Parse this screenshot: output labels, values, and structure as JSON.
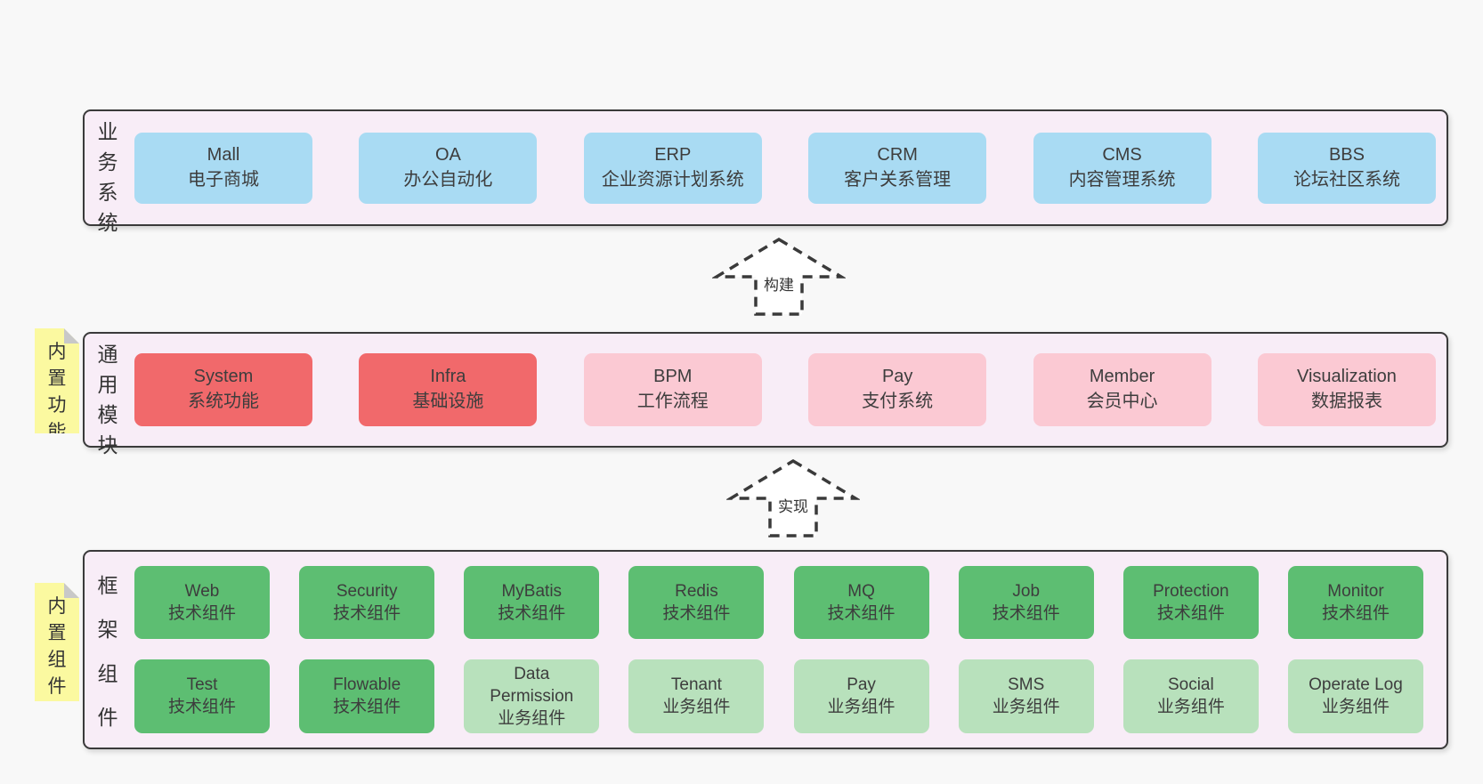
{
  "colors": {
    "page_bg": "#f8f8f8",
    "container_bg": "#f8edf7",
    "line": "#3a3a3a",
    "text": "#3d3d3d",
    "note_bg": "#fbf9a0",
    "note_fold": "#c8c8c8",
    "blue": "#a9dbf3",
    "red": "#f1696b",
    "pink": "#fbc9d3",
    "green": "#5dbe72",
    "light_green": "#b8e1bc"
  },
  "layers": [
    {
      "label": "业务系统",
      "boxes_rows": [
        [
          {
            "en": "Mall",
            "zh": "电子商城",
            "type": "blue"
          },
          {
            "en": "OA",
            "zh": "办公自动化",
            "type": "blue"
          },
          {
            "en": "ERP",
            "zh": "企业资源计划系统",
            "type": "blue"
          },
          {
            "en": "CRM",
            "zh": "客户关系管理",
            "type": "blue"
          },
          {
            "en": "CMS",
            "zh": "内容管理系统",
            "type": "blue"
          },
          {
            "en": "BBS",
            "zh": "论坛社区系统",
            "type": "blue"
          }
        ]
      ]
    },
    {
      "label": "通用模块",
      "note": "内置功能",
      "boxes_rows": [
        [
          {
            "en": "System",
            "zh": "系统功能",
            "type": "red"
          },
          {
            "en": "Infra",
            "zh": "基础设施",
            "type": "red"
          },
          {
            "en": "BPM",
            "zh": "工作流程",
            "type": "pink"
          },
          {
            "en": "Pay",
            "zh": "支付系统",
            "type": "pink"
          },
          {
            "en": "Member",
            "zh": "会员中心",
            "type": "pink"
          },
          {
            "en": "Visualization",
            "zh": "数据报表",
            "type": "pink"
          }
        ]
      ]
    },
    {
      "label": "框架组件",
      "note": "内置组件",
      "boxes_rows": [
        [
          {
            "en": "Web",
            "zh": "技术组件",
            "type": "green"
          },
          {
            "en": "Security",
            "zh": "技术组件",
            "type": "green"
          },
          {
            "en": "MyBatis",
            "zh": "技术组件",
            "type": "green"
          },
          {
            "en": "Redis",
            "zh": "技术组件",
            "type": "green"
          },
          {
            "en": "MQ",
            "zh": "技术组件",
            "type": "green"
          },
          {
            "en": "Job",
            "zh": "技术组件",
            "type": "green"
          },
          {
            "en": "Protection",
            "zh": "技术组件",
            "type": "green"
          },
          {
            "en": "Monitor",
            "zh": "技术组件",
            "type": "green"
          }
        ],
        [
          {
            "en": "Test",
            "zh": "技术组件",
            "type": "green"
          },
          {
            "en": "Flowable",
            "zh": "技术组件",
            "type": "green"
          },
          {
            "en": "Data Permission",
            "zh": "业务组件",
            "type": "light-green"
          },
          {
            "en": "Tenant",
            "zh": "业务组件",
            "type": "light-green"
          },
          {
            "en": "Pay",
            "zh": "业务组件",
            "type": "light-green"
          },
          {
            "en": "SMS",
            "zh": "业务组件",
            "type": "light-green"
          },
          {
            "en": "Social",
            "zh": "业务组件",
            "type": "light-green"
          },
          {
            "en": "Operate Log",
            "zh": "业务组件",
            "type": "light-green"
          }
        ]
      ]
    }
  ],
  "arrows": [
    {
      "label": "构建"
    },
    {
      "label": "实现"
    }
  ]
}
